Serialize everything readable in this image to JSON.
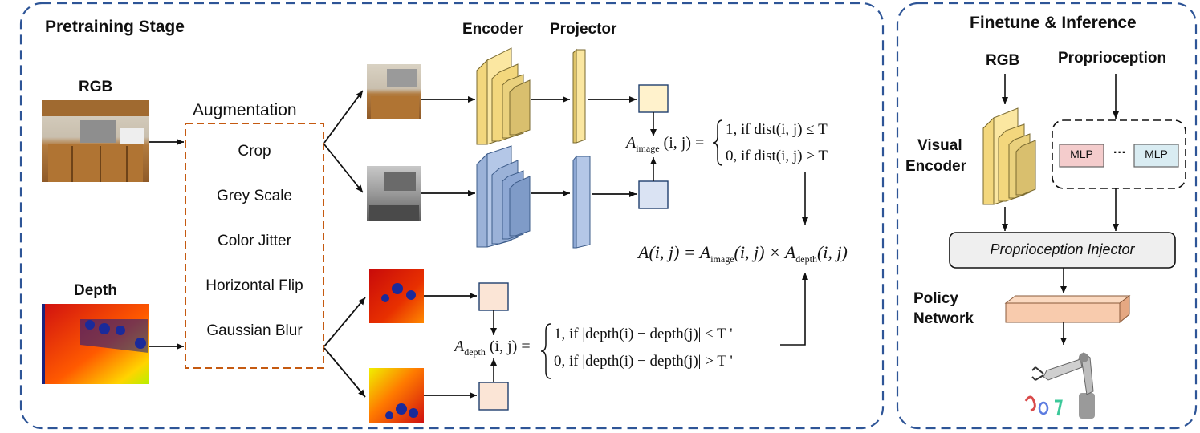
{
  "pretraining": {
    "title": "Pretraining Stage",
    "rgb_label": "RGB",
    "depth_label": "Depth",
    "augmentation_title": "Augmentation",
    "augmentations": [
      "Crop",
      "Grey Scale",
      "Color Jitter",
      "Horizontal Flip",
      "Gaussian Blur"
    ],
    "encoder_label": "Encoder",
    "projector_label": "Projector",
    "eq_image": {
      "lhs": "A",
      "lhs_sub": "image",
      "args": "(i, j) =",
      "case1": "1,  if dist(i, j) ≤ T",
      "case2": "0,  if dist(i, j) > T"
    },
    "eq_depth": {
      "lhs": "A",
      "lhs_sub": "depth",
      "args": "(i, j) =",
      "case1": "1,  if |depth(i) − depth(j)| ≤ T '",
      "case2": "0,  if |depth(i) − depth(j)| > T '"
    },
    "eq_combined": {
      "a": "A(i, j) = A",
      "sub1": "image",
      "b": "(i, j) × A",
      "sub2": "depth",
      "c": "(i, j)"
    }
  },
  "finetune": {
    "title": "Finetune & Inference",
    "rgb_label": "RGB",
    "proprio_label": "Proprioception",
    "visual_encoder_label_1": "Visual",
    "visual_encoder_label_2": "Encoder",
    "mlp1": "MLP",
    "ellipsis": "···",
    "mlp2": "MLP",
    "injector_label": "Proprioception Injector",
    "policy_label_1": "Policy",
    "policy_label_2": "Network"
  },
  "colors": {
    "panel_border": "#2e5597",
    "aug_border": "#c55a11",
    "encoder_yellow": "#fbe7a1",
    "encoder_blue": "#b4c7e7",
    "embed_yellow": "#fff2cc",
    "embed_blue": "#dae3f3",
    "embed_pink": "#fbe5d6",
    "mlp_pink": "#f4cccc",
    "mlp_blue": "#d9ecf2",
    "policy": "#f8cbad"
  }
}
